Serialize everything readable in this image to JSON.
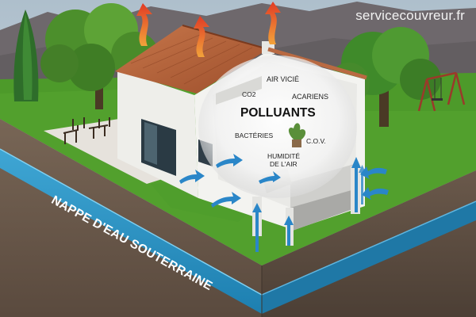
{
  "watermark": "servicecouvreur.fr",
  "aquifer_label": "NAPPE D'EAU SOUTERRAINE",
  "pollutants": {
    "title": "POLLUANTS",
    "air_vicie": "AIR VICIÉ",
    "co2": "CO2",
    "acariens": "ACARIENS",
    "bacteries": "BACTÉRIES",
    "cov": "C.O.V.",
    "humidite_line1": "HUMIDITÉ",
    "humidite_line2": "DE L'AIR"
  },
  "colors": {
    "sky": "#b9c9d6",
    "mountain": "#6f6a6e",
    "grass": "#4f9a2c",
    "soil": "#6b5a4c",
    "water": "#2b8fc0",
    "roof": "#b8653a",
    "wall": "#f1f1ee",
    "arrow_hot": "#e2432a",
    "arrow_air": "#2a86c8"
  }
}
